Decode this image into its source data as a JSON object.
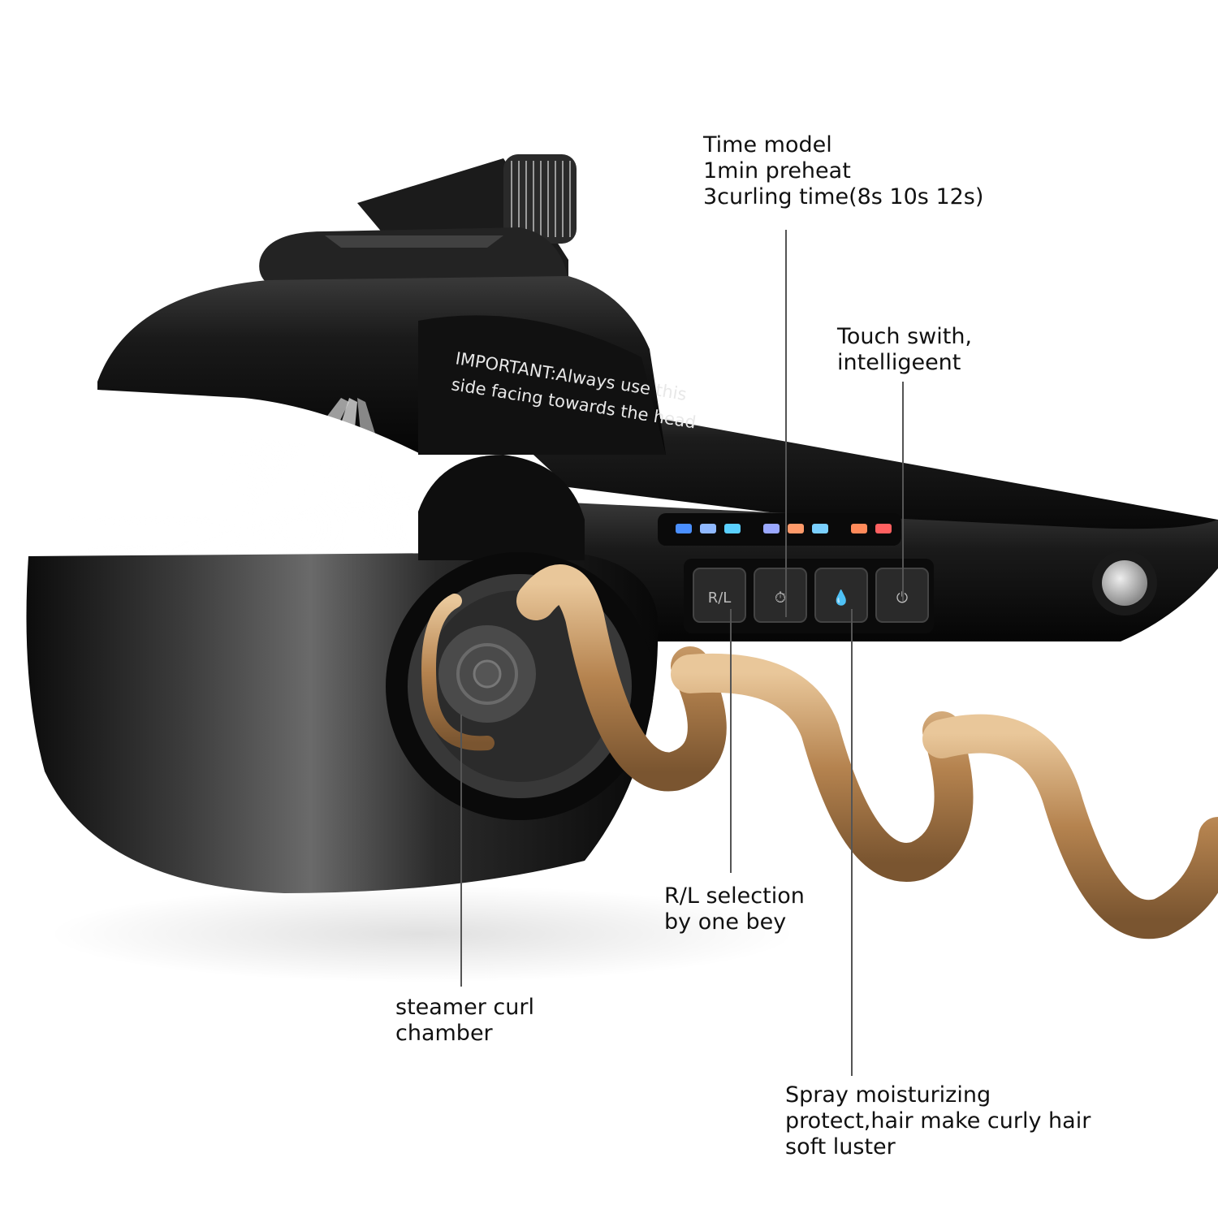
{
  "device": {
    "warning_text": {
      "line1": "IMPORTANT:Always use this",
      "line2": "side facing towards the head"
    },
    "buttons": [
      {
        "glyph": "R/L",
        "name": "rl-button"
      },
      {
        "glyph": "⏱",
        "name": "timer-button"
      },
      {
        "glyph": "💧",
        "name": "spray-button"
      },
      {
        "glyph": "⏻",
        "name": "power-button"
      }
    ],
    "indicator_colors": [
      "#4a8fff",
      "#8fb8ff",
      "#5ad0ff",
      "#9aa8ff",
      "#ff9a6a",
      "#7ad0ff",
      "#ff8a5a",
      "#ff6060"
    ]
  },
  "callouts": {
    "time_model": "Time model\n1min preheat\n3curling time(8s 10s 12s)",
    "touch_switch": "Touch swith,\nintelligeent",
    "rl_selection": "R/L selection\nby one bey",
    "steamer_chamber": "steamer curl\nchamber",
    "spray": "Spray moisturizing\nprotect,hair make curly hair\nsoft luster"
  },
  "colors": {
    "body_black": "#141414",
    "hair_gold": "#b5834f",
    "label_text": "#111111"
  }
}
